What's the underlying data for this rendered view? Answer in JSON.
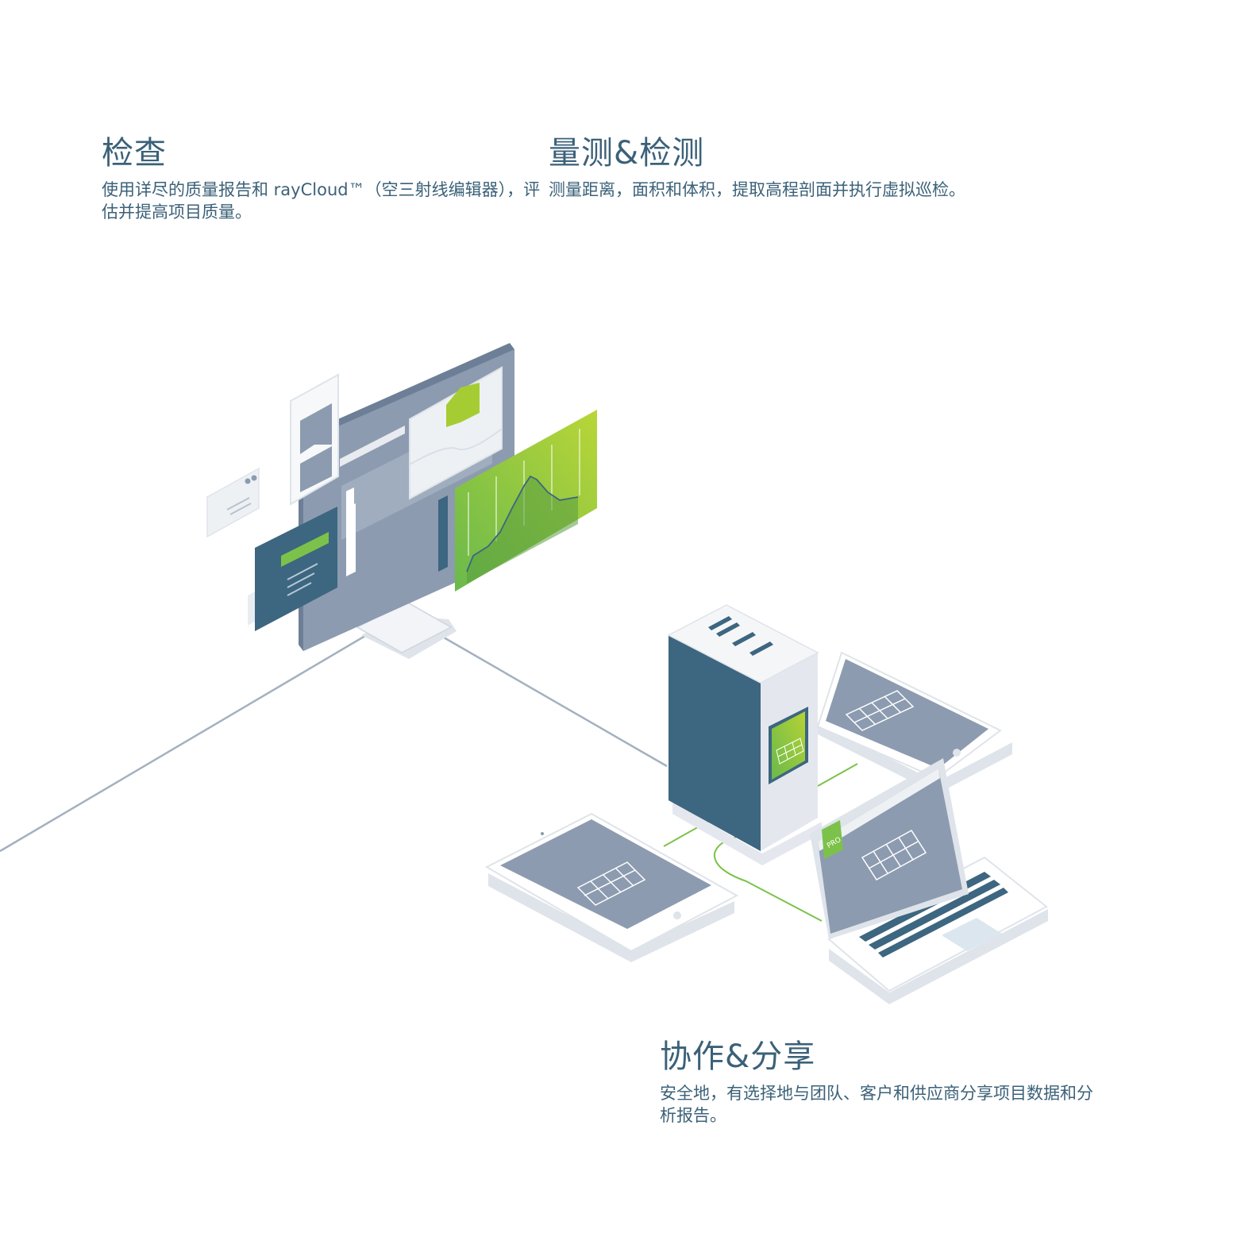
{
  "sections": {
    "inspect": {
      "title": "检查",
      "description": "使用详尽的质量报告和 rayCloud™（空三射线编辑器），评估并提高项目质量。"
    },
    "measure": {
      "title": "量测&检测",
      "description": "测量距离，面积和体积，提取高程剖面并执行虚拟巡检。"
    },
    "collaborate": {
      "title": "协作&分享",
      "description": "安全地，有选择地与团队、客户和供应商分享项目数据和分析报告。"
    }
  },
  "illustration": {
    "badge_text": "PRO",
    "colors": {
      "navy": "#3d6680",
      "slate": "#8c9bb0",
      "light": "#e4e8ee",
      "green_light": "#b5d334",
      "green_dark": "#6ab94c",
      "line": "#a3b1c0"
    }
  }
}
